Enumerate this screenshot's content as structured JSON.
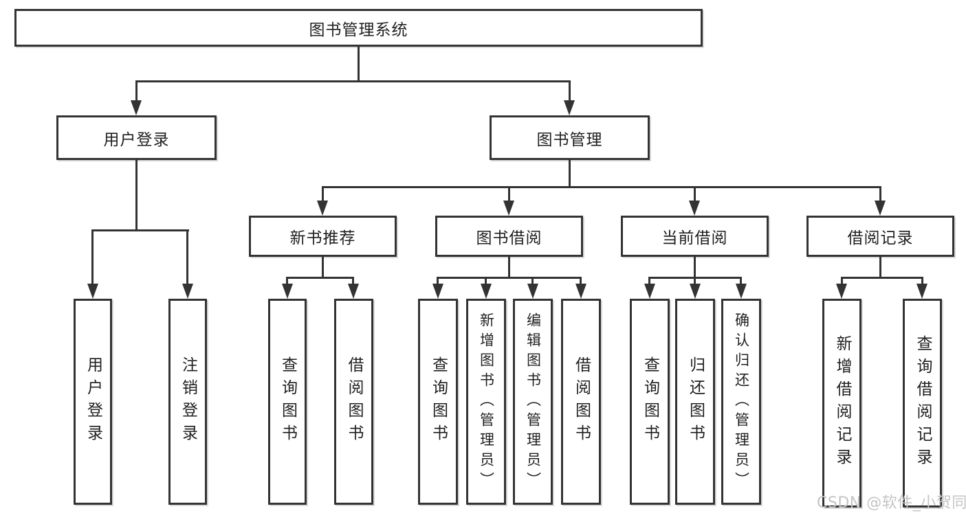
{
  "title": "图书管理系统",
  "level2": [
    {
      "label": "用户登录"
    },
    {
      "label": "图书管理"
    }
  ],
  "level3": [
    {
      "label": "新书推荐"
    },
    {
      "label": "图书借阅"
    },
    {
      "label": "当前借阅"
    },
    {
      "label": "借阅记录"
    }
  ],
  "leaves": {
    "user_login": [
      "用户登录",
      "注销登录"
    ],
    "new_book": [
      "查询图书",
      "借阅图书"
    ],
    "book_borrow": [
      "查询图书",
      "新增图书（管理员）",
      "编辑图书（管理员）",
      "借阅图书"
    ],
    "current_borrow": [
      "查询图书",
      "归还图书",
      "确认归还（管理员）"
    ],
    "borrow_record": [
      "新增借阅记录",
      "查询借阅记录"
    ]
  },
  "watermark": "CSDN @软件_小贺同学",
  "colors": {
    "line": "#333333",
    "text": "#1f1f1f",
    "watermark": "#c4c4c4",
    "background": "#ffffff"
  }
}
